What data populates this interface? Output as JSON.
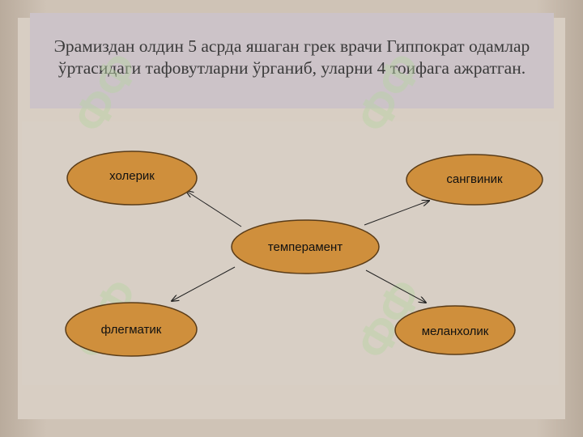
{
  "title": "Эрамиздан олдин 5 асрда яшаган грек врачи Гиппократ одамлар ўртасидаги тафовутларни ўрганиб, уларни 4 тоифага ажратган.",
  "diagram": {
    "center": "темперамент",
    "nodes": [
      "холерик",
      "сангвиник",
      "флегматик",
      "меланхолик"
    ]
  },
  "colors": {
    "node_fill": "#cf8f3c",
    "node_stroke": "#5a3c18",
    "arrow": "#222222"
  },
  "watermark_text": "ФФФ"
}
